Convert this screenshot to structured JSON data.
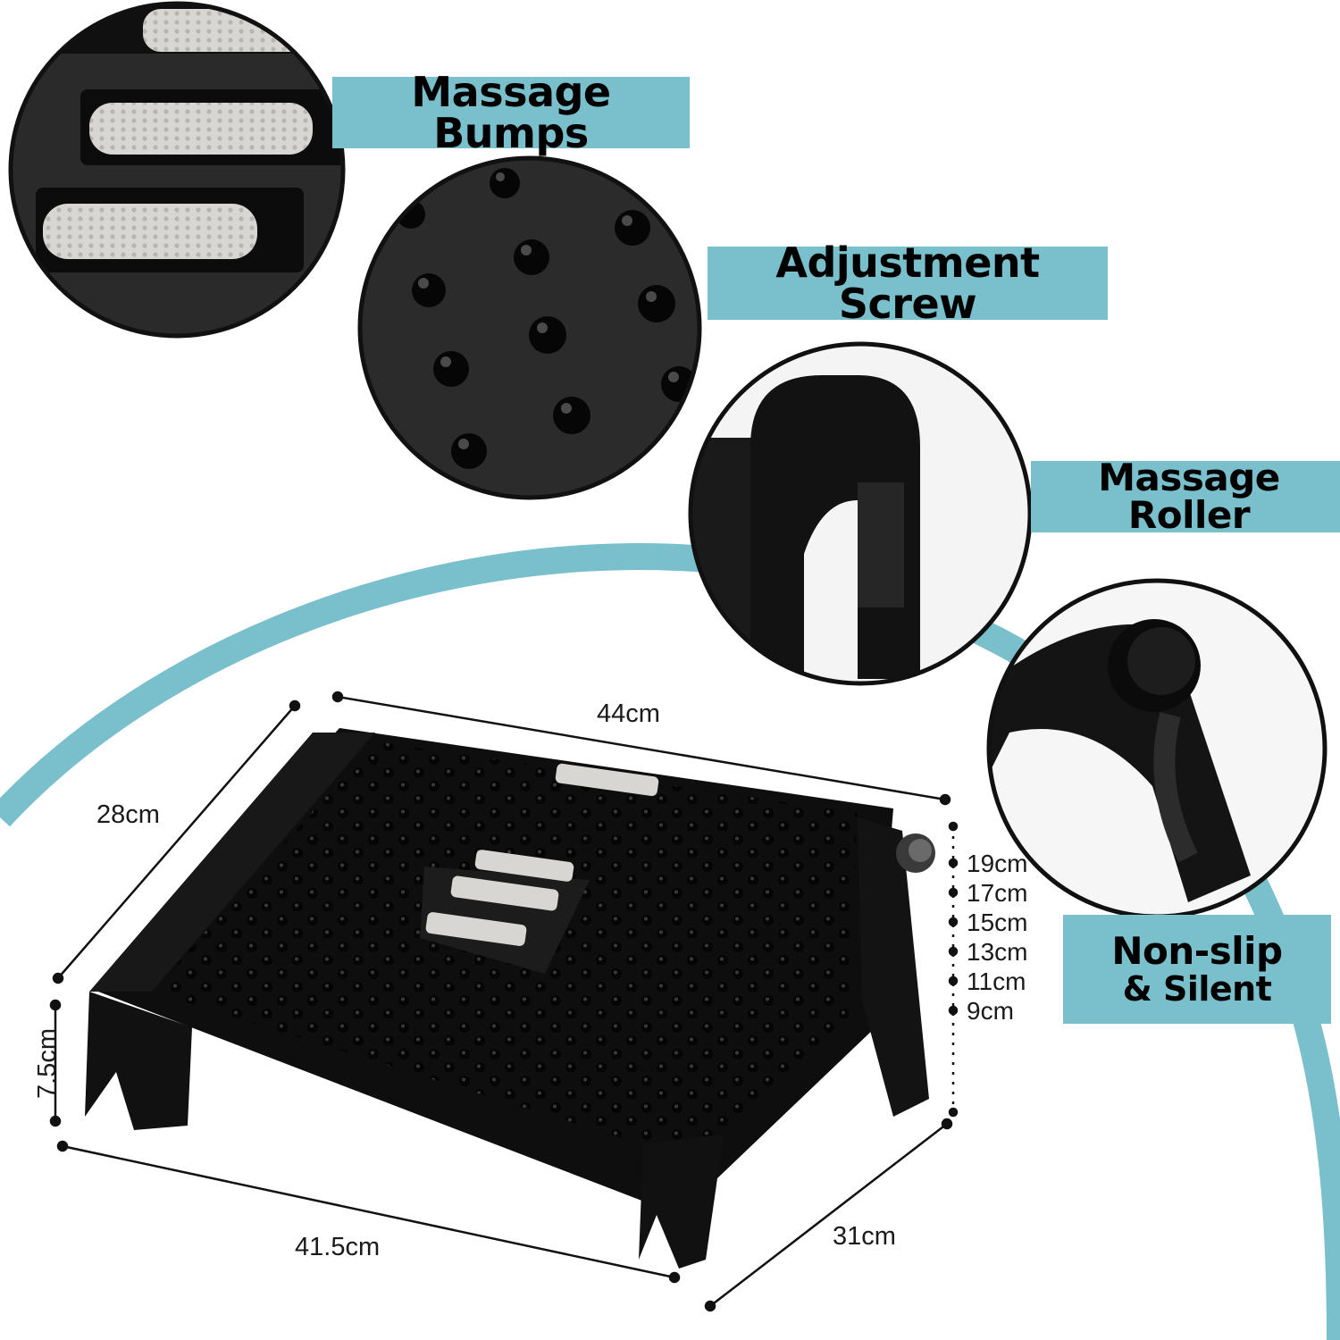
{
  "features": {
    "massage_bumps": "Massage Bumps",
    "adjustment_screw": "Adjustment Screw",
    "massage_roller": "Massage Roller",
    "non_slip_line1": "Non-slip",
    "non_slip_line2": "& Silent"
  },
  "dimensions": {
    "top_width": "44cm",
    "depth_top": "28cm",
    "min_height": "7.5cm",
    "bottom_width": "41.5cm",
    "depth_bottom": "31cm",
    "height_levels": [
      "19cm",
      "17cm",
      "15cm",
      "13cm",
      "11cm",
      "9cm"
    ]
  },
  "colors": {
    "accent": "#79bfcc",
    "product": "#141414",
    "roller": "#d8d6d2"
  }
}
